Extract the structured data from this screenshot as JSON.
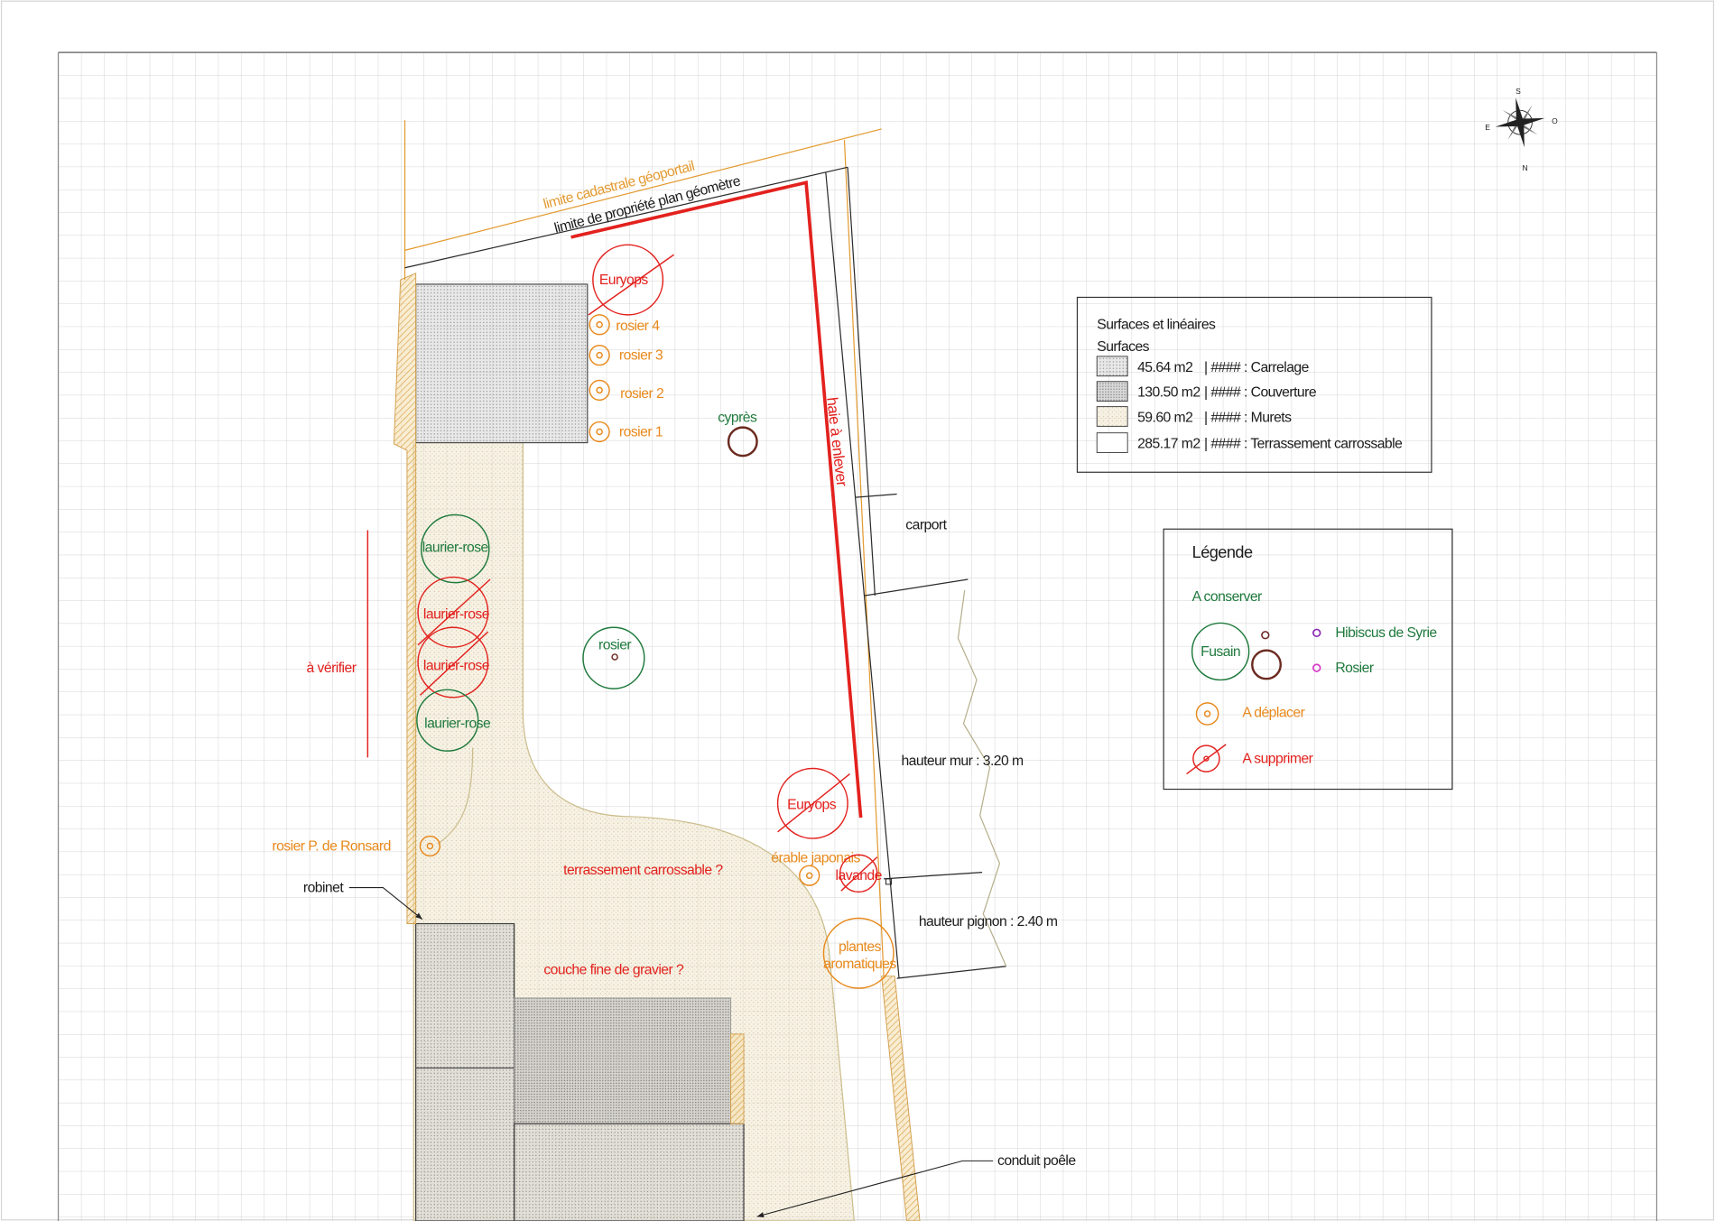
{
  "drawing": {
    "compass": {
      "top": "S",
      "right": "O",
      "left": "E",
      "bottom": "N"
    },
    "boundaries": {
      "cadastral": "limite cadastrale géoportail",
      "property": "limite de propriété plan géomètre",
      "hedge": "haie à enlever"
    },
    "plants": {
      "euryops_north": "Euryops",
      "rosier_4": "rosier 4",
      "rosier_3": "rosier 3",
      "rosier_2": "rosier 2",
      "rosier_1": "rosier 1",
      "cypres": "cyprès",
      "laurier_rose_1": "laurier-rose",
      "laurier_rose_2": "laurier-rose",
      "laurier_rose_3": "laurier-rose",
      "laurier_rose_4": "laurier-rose",
      "rosier": "rosier",
      "euryops_south": "Euryops",
      "erable": "érable japonais",
      "lavande": "lavande",
      "aromatiques_line1": "plantes",
      "aromatiques_line2": "aromatiques",
      "rosier_ronsard": "rosier P. de Ronsard"
    },
    "annotations": {
      "verifier": "à vérifier",
      "carport": "carport",
      "hauteur_mur": "hauteur mur : 3.20 m",
      "hauteur_pignon": "hauteur pignon : 2.40 m",
      "robinet": "robinet",
      "conduit": "conduit poêle",
      "terrassement": "terrassement carrossable ?",
      "gravier": "couche fine de gravier ?"
    }
  },
  "surfaces": {
    "title": "Surfaces et linéaires",
    "subtitle": "Surfaces",
    "rows": [
      {
        "area": "45.64 m2",
        "label": "| #### : Carrelage"
      },
      {
        "area": "130.50 m2",
        "label": "| #### : Couverture"
      },
      {
        "area": "59.60 m2",
        "label": "| #### : Murets"
      },
      {
        "area": "285.17 m2",
        "label": "| #### : Terrassement carrossable"
      }
    ]
  },
  "legend": {
    "title": "Légende",
    "keep": "A conserver",
    "fusain": "Fusain",
    "hibiscus": "Hibiscus de Syrie",
    "rosier": "Rosier",
    "move": "A déplacer",
    "remove": "A supprimer"
  },
  "colors": {
    "keep": "#1f7a3d",
    "move": "#e8891c",
    "remove": "#e3211e",
    "cadastral": "#e39a2f",
    "trunk": "#6b2a1f",
    "hibiscus": "#8a2bb8",
    "rosier": "#d63ac9"
  }
}
